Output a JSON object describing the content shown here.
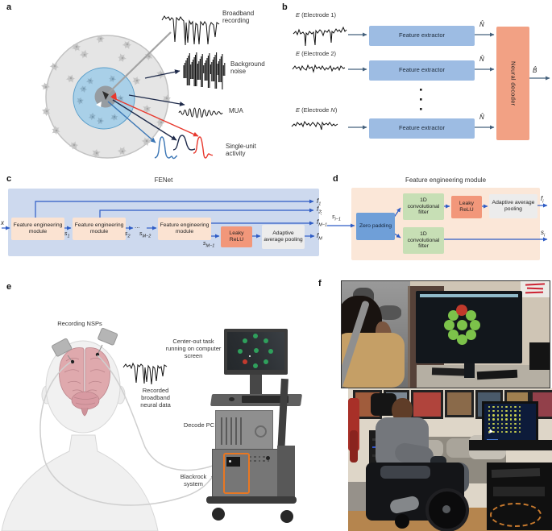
{
  "colors": {
    "blue_arrow": "#2e5cc5",
    "slate_arrow": "#44607c",
    "red_accent": "#e8392e",
    "spike_blue": "#3b76b5",
    "spike_navy": "#1e2a4a",
    "panel_c_bg": "#cdd9ee",
    "panel_d_bg": "#fbe7d8",
    "peach_box": "#fbe3d2",
    "salmon_box": "#f2977a",
    "gray_box": "#ececec",
    "green_box": "#c7dfb5",
    "zero_pad_blue": "#6f9fd8",
    "extractor_blue": "#9dbce3",
    "decoder_salmon": "#f2a184",
    "cell_outer": "#e5e5e5",
    "cell_outer_edge": "#c2c2c2",
    "cell_inner": "#a9d0e8",
    "cell_inner_edge": "#5b9ec9",
    "cell_core": "#969ca1",
    "target_green": "#2fa05c",
    "target_red": "#c23a2e",
    "photo_task_green": "#7cc24a",
    "photo_task_red": "#c0392b",
    "grid_dot_yellow": "#c9d04e",
    "brain_pink": "#dfa9ad",
    "brain_line": "#bb848b",
    "cart_orange": "#e87722"
  },
  "panels": {
    "a": {
      "label": "a",
      "callouts": {
        "broadband": "Broadband recording",
        "noise": "Background noise",
        "mua": "MUA",
        "single_unit": "Single-unit activity"
      }
    },
    "b": {
      "label": "b",
      "rows": [
        {
          "e": "E",
          "rest": "(Electrode 1)"
        },
        {
          "e": "E",
          "rest": "(Electrode 2)"
        },
        {
          "e": "E",
          "rest": "(Electrode ",
          "n": "N",
          "close": ")"
        }
      ],
      "extractor": "Feature extractor",
      "n_hat": "N̂",
      "decoder": "Neural decoder",
      "b_hat": "B̂"
    },
    "c": {
      "label": "c",
      "title": "FENet",
      "input": "x",
      "module": "Feature engineering module",
      "leaky": "Leaky ReLU",
      "pool": "Adaptive average pooling",
      "s1": {
        "base": "s",
        "sub": "1"
      },
      "s2": {
        "base": "s",
        "sub": "2"
      },
      "sM2": {
        "base": "s",
        "sub": "M−2"
      },
      "sM1": {
        "base": "s",
        "sub": "M−1"
      },
      "dots": "...",
      "vdots": "⋮",
      "f1": {
        "base": "f",
        "sub": "1"
      },
      "f2": {
        "base": "f",
        "sub": "2"
      },
      "fM1": {
        "base": "f",
        "sub": "M−1"
      },
      "fM": {
        "base": "f",
        "sub": "M"
      }
    },
    "d": {
      "label": "d",
      "title": "Feature engineering module",
      "input": {
        "base": "s",
        "sub": "i−1"
      },
      "zero": "Zero padding",
      "conv": "1D convolutional filter",
      "leaky": "Leaky ReLU",
      "pool": "Adaptive average pooling",
      "fi": {
        "base": "f",
        "sub": "i"
      },
      "si": {
        "base": "s",
        "sub": "i"
      }
    },
    "e": {
      "label": "e",
      "nsps": "Recording NSPs",
      "recorded": "Recorded broadband neural data",
      "task": "Center-out task running on computer screen",
      "decode_pc": "Decode PC",
      "blackrock": "Blackrock system",
      "screen": {
        "green_dots": 8,
        "red_dots": 1,
        "cursor_dots": 1
      }
    },
    "f": {
      "label": "f",
      "photo1": {
        "screen": {
          "green_dots": 8,
          "red_dots": 1
        }
      },
      "photo2": {
        "screen_grid": {
          "cols": 8,
          "rows": 7
        }
      }
    }
  }
}
